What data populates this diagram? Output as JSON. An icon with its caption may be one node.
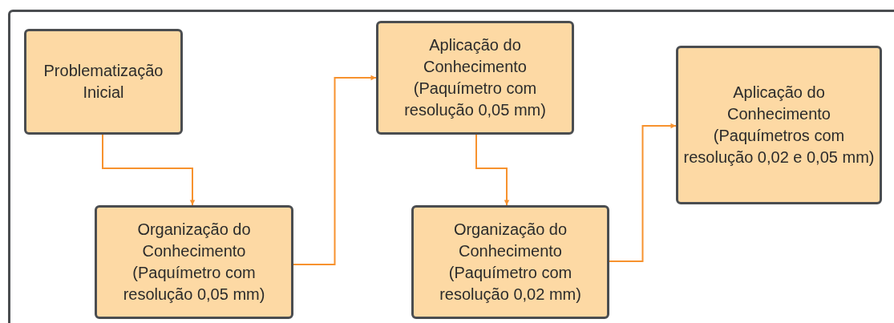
{
  "diagram": {
    "nodes": [
      {
        "text": [
          "Problematização Inicial"
        ]
      },
      {
        "text": [
          "Organização do Conhecimento (Paquímetro com resolução 0,05 mm)"
        ]
      },
      {
        "text": [
          "Aplicação do Conhecimento (Paquímetro com resolução 0,05 mm)"
        ]
      },
      {
        "text": [
          "Organização do Conhecimento (Paquímetro com resolução 0,02 mm)"
        ]
      },
      {
        "text": [
          "Aplicação do Conhecimento (Paquímetros com resolução 0,02 e 0,05 mm)"
        ]
      }
    ],
    "edges": [
      {
        "from": 0,
        "to": 1,
        "arrow": "to"
      },
      {
        "from": 1,
        "to": 2,
        "arrow": "to"
      },
      {
        "from": 2,
        "to": 3,
        "arrow": "to"
      },
      {
        "from": 3,
        "to": 4,
        "arrow": "to"
      }
    ]
  }
}
